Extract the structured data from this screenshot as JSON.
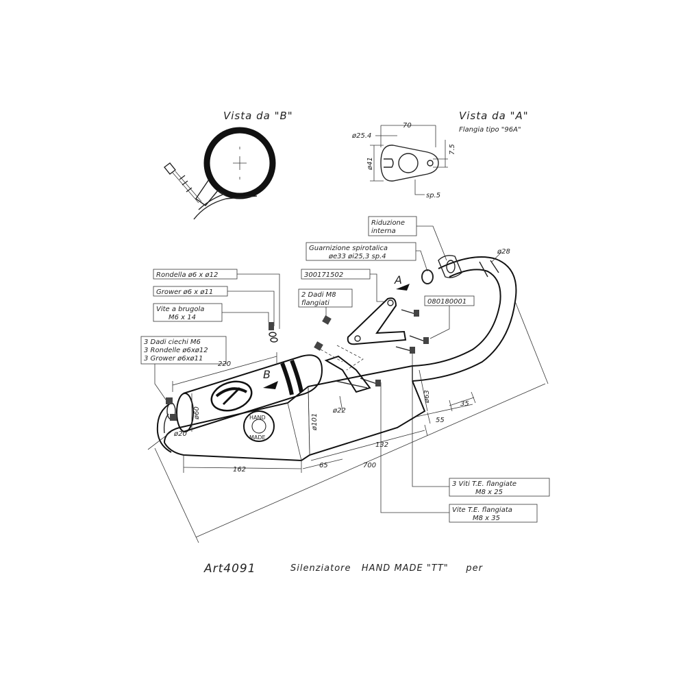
{
  "views": {
    "view_b": "Vista da \"B\"",
    "view_a": "Vista da \"A\"",
    "flange_type": "Flangia tipo \"96A\""
  },
  "flange_dims": {
    "d25": "ø25.4",
    "d70": "70",
    "d41": "ø41",
    "d75": "7.5",
    "sp": "sp.5"
  },
  "callouts": {
    "riduzione_1": "Riduzione",
    "riduzione_2": "interna",
    "guarnizione_1": "Guarnizione spirotalica",
    "guarnizione_2": "øe33 øi25,3 sp.4",
    "code_1": "300171502",
    "dadi_1": "2 Dadi M8",
    "dadi_2": "flangiati",
    "code_2": "080180001",
    "rondella": "Rondella ø6 x ø12",
    "grower": "Grower ø6 x ø11",
    "vite_1": "Vite a brugola",
    "vite_2": "M6 x 14",
    "ciechi_1": "3 Dadi ciechi M6",
    "ciechi_2": "3 Rondelle ø6xø12",
    "ciechi_3": "3 Grower ø6xø11",
    "viti_te_1": "3 Viti T.E. flangiate",
    "viti_te_2": "M8 x 25",
    "vite_te_1": "Vite T.E. flangiata",
    "vite_te_2": "M8 x 35"
  },
  "markers": {
    "a": "A",
    "b": "B"
  },
  "dimensions": {
    "d28": "ø28",
    "d220": "220",
    "d60": "ø60",
    "d20": "ø20",
    "d22": "ø22",
    "d101": "ø101",
    "d63": "ø63",
    "d35": "35",
    "d55": "55",
    "d132": "132",
    "d162": "162",
    "d65": "65",
    "d700": "700"
  },
  "badge": {
    "line1": "HAND",
    "line2": "MADE"
  },
  "footer": {
    "article": "Art4091",
    "description": "Silenziatore   HAND MADE \"TT\"     per"
  }
}
